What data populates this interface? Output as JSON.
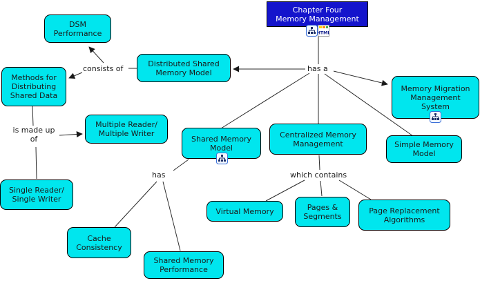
{
  "colors": {
    "canvas_bg": "#ffffff",
    "node_fill": "#00e6ee",
    "node_border": "#000000",
    "root_fill": "#1414cc",
    "root_text": "#ffffff",
    "text": "#1a1a1a",
    "line": "#2a2a2a"
  },
  "nodes": {
    "chapter": {
      "label": "Chapter Four\nMemory Management"
    },
    "dsm_performance": {
      "label": "DSM\nPerformance"
    },
    "methods_for_distributing": {
      "label": "Methods for\nDistributing\nShared Data"
    },
    "distributed_shared_memory_model": {
      "label": "Distributed Shared\nMemory Model"
    },
    "multiple_reader_writer": {
      "label": "Multiple Reader/\nMultiple Writer"
    },
    "single_reader_writer": {
      "label": "Single Reader/\nSingle Writer"
    },
    "shared_memory_model": {
      "label": "Shared Memory\nModel"
    },
    "centralized_memory_management": {
      "label": "Centralized Memory\nManagement"
    },
    "simple_memory_model": {
      "label": "Simple Memory\nModel"
    },
    "memory_migration": {
      "label": "Memory Migration\nManagement\nSystem"
    },
    "virtual_memory": {
      "label": "Virtual Memory"
    },
    "pages_segments": {
      "label": "Pages &\nSegments"
    },
    "page_replacement": {
      "label": "Page Replacement\nAlgorithms"
    },
    "cache_consistency": {
      "label": "Cache\nConsistency"
    },
    "shared_memory_performance": {
      "label": "Shared Memory\nPerformance"
    }
  },
  "link_labels": {
    "has_a": "has a",
    "consists_of": "consists of",
    "is_made_up_of": "is made up\nof",
    "has": "has",
    "which_contains": "which contains"
  },
  "icons": {
    "cmap_icon": "concept-map-resource",
    "html_icon": "html-page-resource"
  }
}
